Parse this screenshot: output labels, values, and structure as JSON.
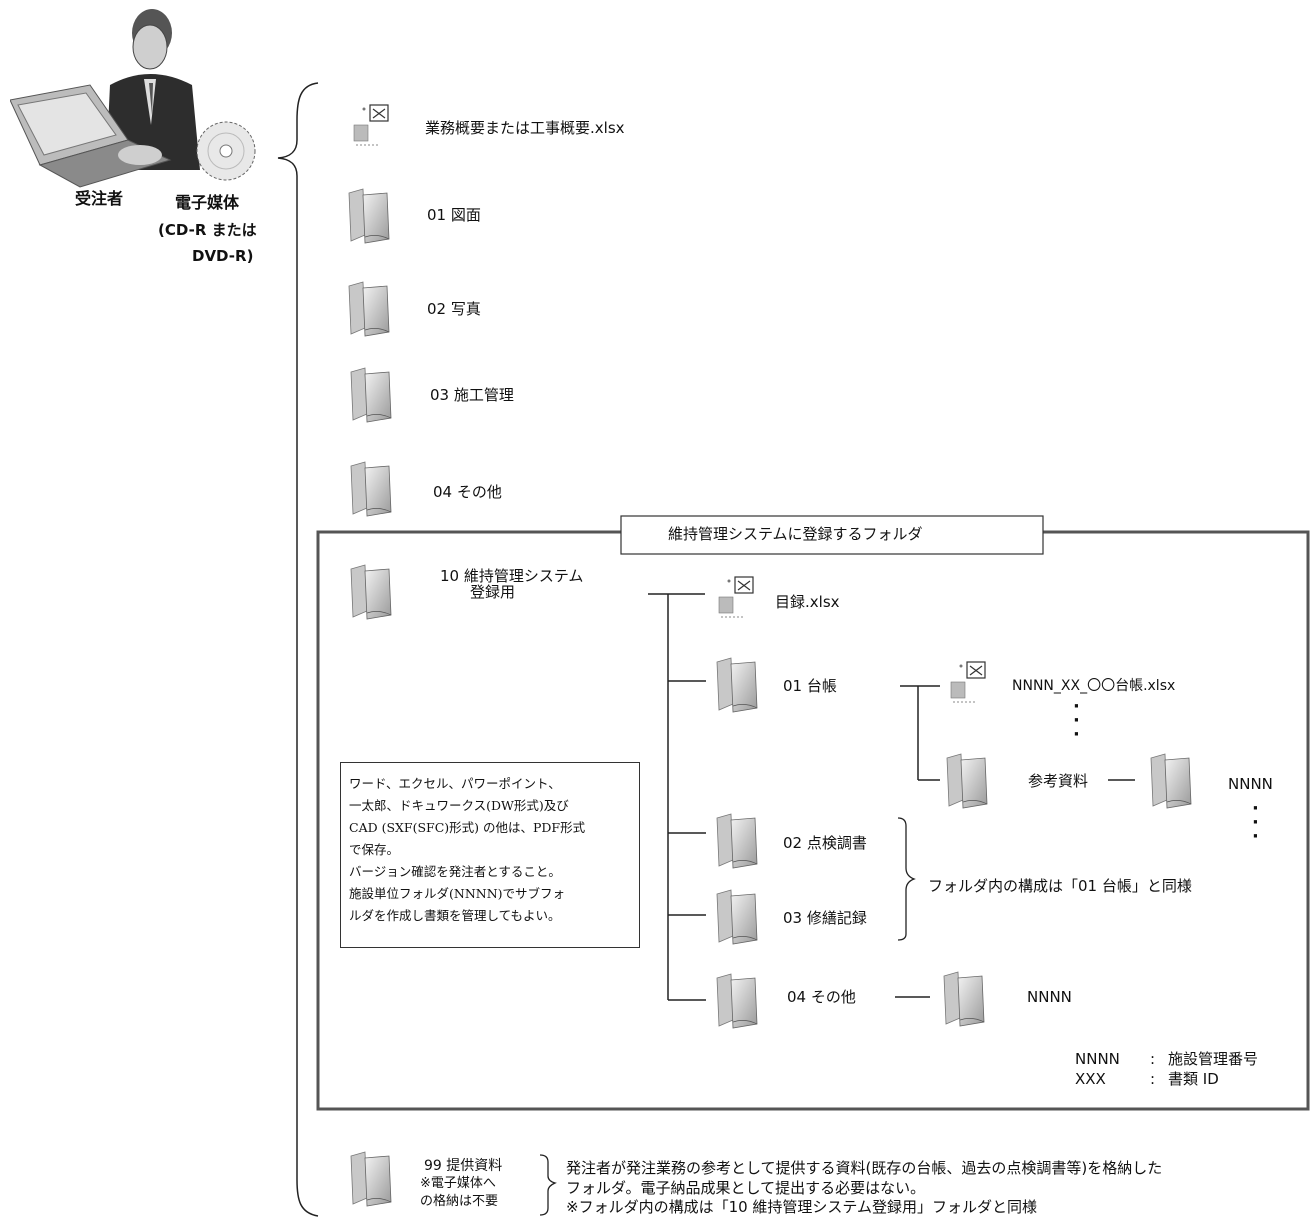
{
  "roles": {
    "receiver": "受注者",
    "media_title": "電子媒体",
    "media_line2": "(CD-R または",
    "media_line3": "DVD-R)"
  },
  "root_files": {
    "overview": "業務概要または工事概要.xlsx"
  },
  "root_folders": {
    "f01": "01 図面",
    "f02": "02 写真",
    "f03": "03 施工管理",
    "f04": "04 その他"
  },
  "system_box": {
    "title": "維持管理システムに登録するフォルダ",
    "folder_line1": "10 維持管理システム",
    "folder_line2": "登録用",
    "index_file": "目録.xlsx",
    "sub01": "01 台帳",
    "ledger_file": "NNNN_XX_〇〇台帳.xlsx",
    "ref_folder": "参考資料",
    "nnnn": "NNNN",
    "sub02": "02 点検調書",
    "sub03": "03 修繕記録",
    "same_structure": "フォルダ内の構成は「01 台帳」と同様",
    "sub04": "04 その他",
    "nnnn2": "NNNN",
    "legend_l1_key": "NNNN",
    "legend_l1_sep": ":",
    "legend_l1_val": "施設管理番号",
    "legend_l2_key": "XXX",
    "legend_l2_sep": ":",
    "legend_l2_val": "書類 ID"
  },
  "note": {
    "l1": "ワード、エクセル、パワーポイント、",
    "l2": "一太郎、ドキュワークス(DW形式)及び",
    "l3": "CAD (SXF(SFC)形式) の他は、PDF形式",
    "l4": "で保存。",
    "l5": "バージョン確認を発注者とすること。",
    "l6": "施設単位フォルダ(NNNN)でサブフォ",
    "l7": "ルダを作成し書類を管理してもよい。"
  },
  "provided": {
    "name": "99 提供資料",
    "sub1": "※電子媒体へ",
    "sub2": "の格納は不要",
    "desc1": "発注者が発注業務の参考として提供する資料(既存の台帳、過去の点検調書等)を格納した",
    "desc2": "フォルダ。電子納品成果として提出する必要はない。",
    "desc3": "※フォルダ内の構成は「10 維持管理システム登録用」フォルダと同様"
  }
}
